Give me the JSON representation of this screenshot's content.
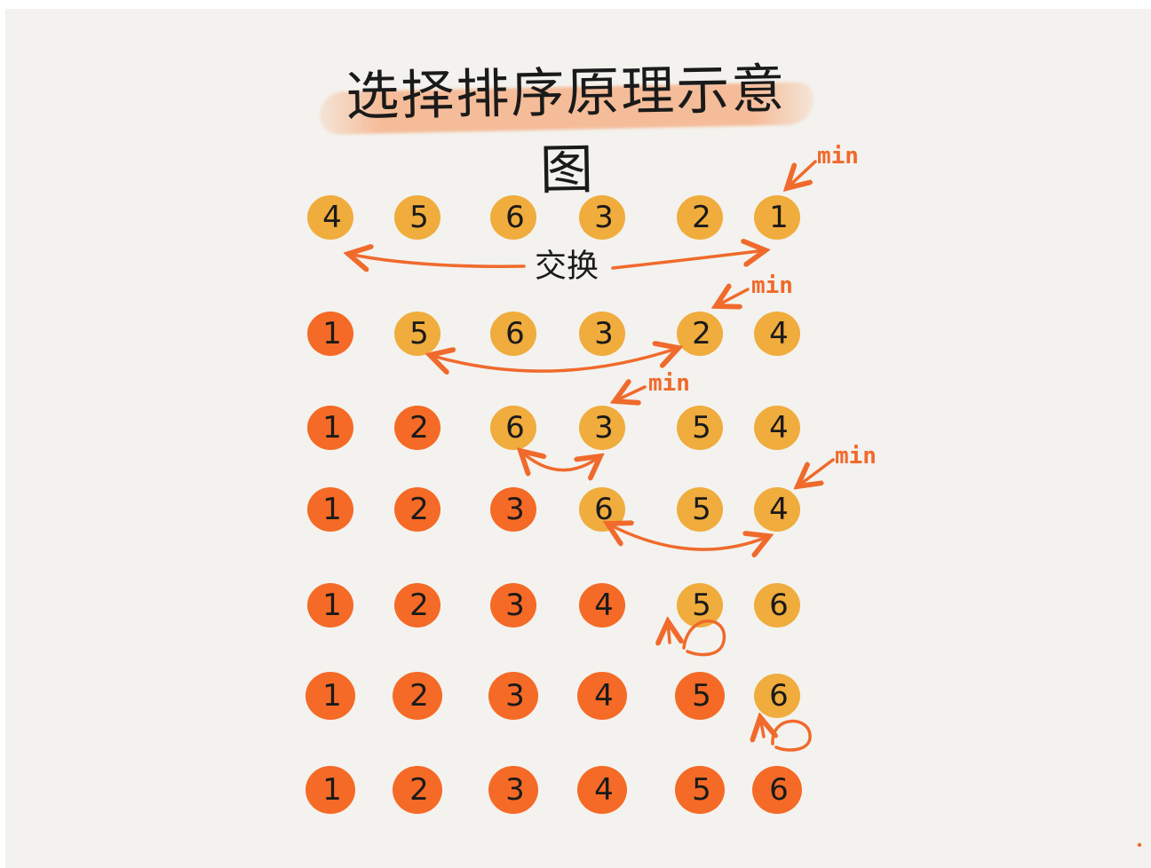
{
  "title": "选择排序原理示意图",
  "swap_label": "交换",
  "min_label": "min",
  "colors": {
    "sorted": "#f56a26",
    "unsorted": "#f0ac3c",
    "arrow": "#f06a2c",
    "background": "#f3f2ee",
    "title_highlight": "#f6aa7d"
  },
  "rows": [
    {
      "values": [
        "4",
        "5",
        "6",
        "3",
        "2",
        "1"
      ],
      "sorted_count": 0,
      "min_index": 5
    },
    {
      "values": [
        "1",
        "5",
        "6",
        "3",
        "2",
        "4"
      ],
      "sorted_count": 1,
      "min_index": 4
    },
    {
      "values": [
        "1",
        "2",
        "6",
        "3",
        "5",
        "4"
      ],
      "sorted_count": 2,
      "min_index": 3
    },
    {
      "values": [
        "1",
        "2",
        "3",
        "6",
        "5",
        "4"
      ],
      "sorted_count": 3,
      "min_index": 5
    },
    {
      "values": [
        "1",
        "2",
        "3",
        "4",
        "5",
        "6"
      ],
      "sorted_count": 4,
      "min_index": 4
    },
    {
      "values": [
        "1",
        "2",
        "3",
        "4",
        "5",
        "6"
      ],
      "sorted_count": 5,
      "min_index": 5
    },
    {
      "values": [
        "1",
        "2",
        "3",
        "4",
        "5",
        "6"
      ],
      "sorted_count": 6,
      "min_index": null
    }
  ]
}
